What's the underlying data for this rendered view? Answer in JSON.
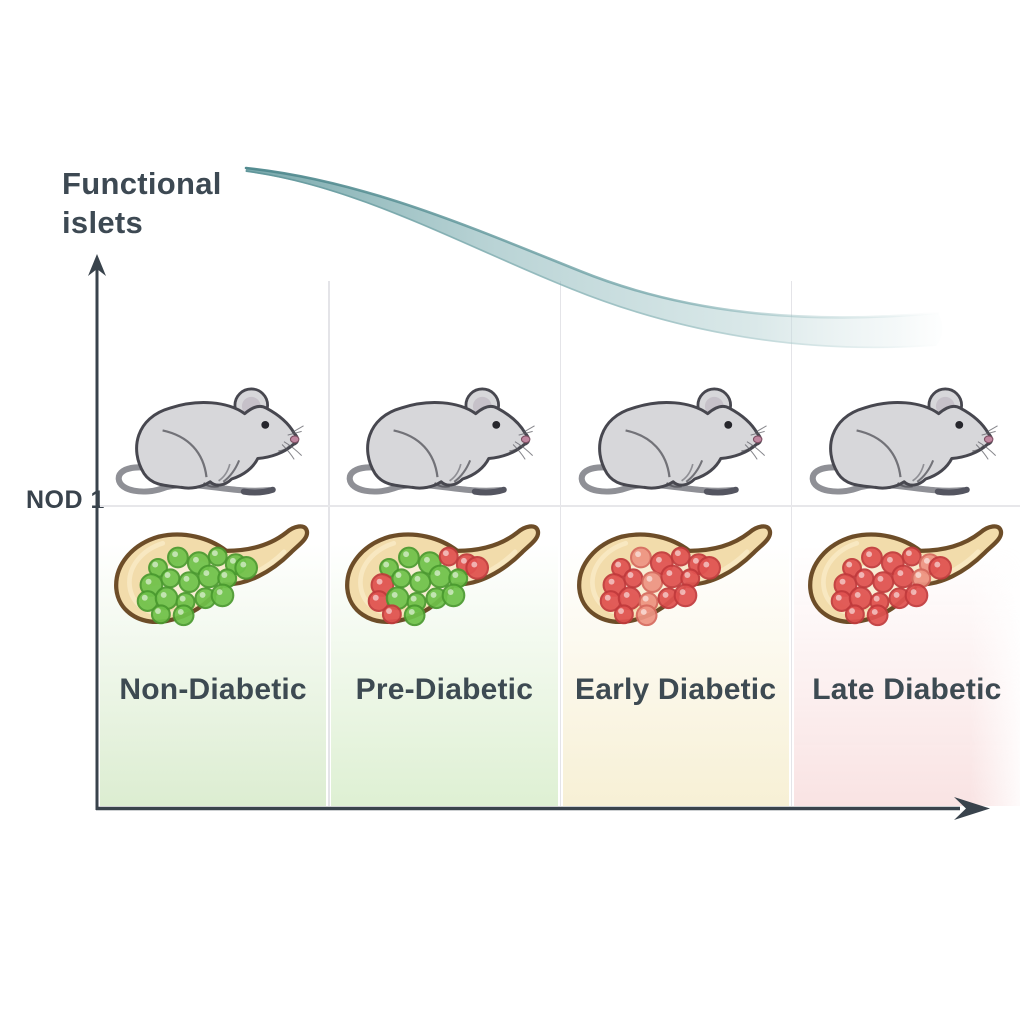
{
  "figure": {
    "y_axis_label": "Functional\nislets",
    "row_label": "NOD 1"
  },
  "stages": [
    {
      "label": "Non-Diabetic",
      "column_tint": "#dcedd1",
      "islets": [
        "g",
        "g",
        "g",
        "g",
        "g",
        "g",
        "g",
        "g",
        "g",
        "g",
        "g",
        "g",
        "g",
        "g",
        "g",
        "g",
        "g",
        "g"
      ]
    },
    {
      "label": "Pre-Diabetic",
      "column_tint": "#def0d3",
      "islets": [
        "g",
        "g",
        "g",
        "r",
        "r",
        "r",
        "g",
        "g",
        "g",
        "g",
        "r",
        "g",
        "g",
        "g",
        "g",
        "r",
        "g",
        "r"
      ]
    },
    {
      "label": "Early Diabetic",
      "column_tint": "#f7f0d5",
      "islets": [
        "r",
        "s",
        "r",
        "r",
        "r",
        "r",
        "r",
        "s",
        "r",
        "r",
        "r",
        "r",
        "s",
        "r",
        "r",
        "r",
        "s",
        "r"
      ]
    },
    {
      "label": "Late Diabetic",
      "column_tint": "#f9e3e3",
      "islets": [
        "r",
        "r",
        "r",
        "r",
        "s",
        "r",
        "r",
        "r",
        "r",
        "s",
        "r",
        "r",
        "r",
        "r",
        "r",
        "r",
        "r",
        "r"
      ]
    }
  ],
  "islet_positions": [
    [
      57,
      60
    ],
    [
      78,
      49
    ],
    [
      100,
      55
    ],
    [
      120,
      48
    ],
    [
      139,
      56
    ],
    [
      50,
      78
    ],
    [
      70,
      71
    ],
    [
      90,
      75
    ],
    [
      111,
      69
    ],
    [
      130,
      71
    ],
    [
      46,
      95
    ],
    [
      66,
      92
    ],
    [
      86,
      96
    ],
    [
      107,
      92
    ],
    [
      125,
      89
    ],
    [
      60,
      109
    ],
    [
      84,
      110
    ],
    [
      150,
      60
    ]
  ],
  "islet_palette": {
    "g": {
      "fill": "#6fc24a",
      "stroke": "#4a9a2f"
    },
    "r": {
      "fill": "#e05250",
      "stroke": "#c13a3c"
    },
    "s": {
      "fill": "#ee9483",
      "stroke": "#d66a5e"
    }
  },
  "colors": {
    "axis": "#39434c",
    "text": "#3d4a52",
    "curve_dark": "#5f989c",
    "curve_light": "#c9dedf",
    "mouse_body": "#d7d7da",
    "mouse_outline": "#47474f",
    "pancreas_fill": "#f2dcab",
    "pancreas_outline": "#6d4d28"
  }
}
